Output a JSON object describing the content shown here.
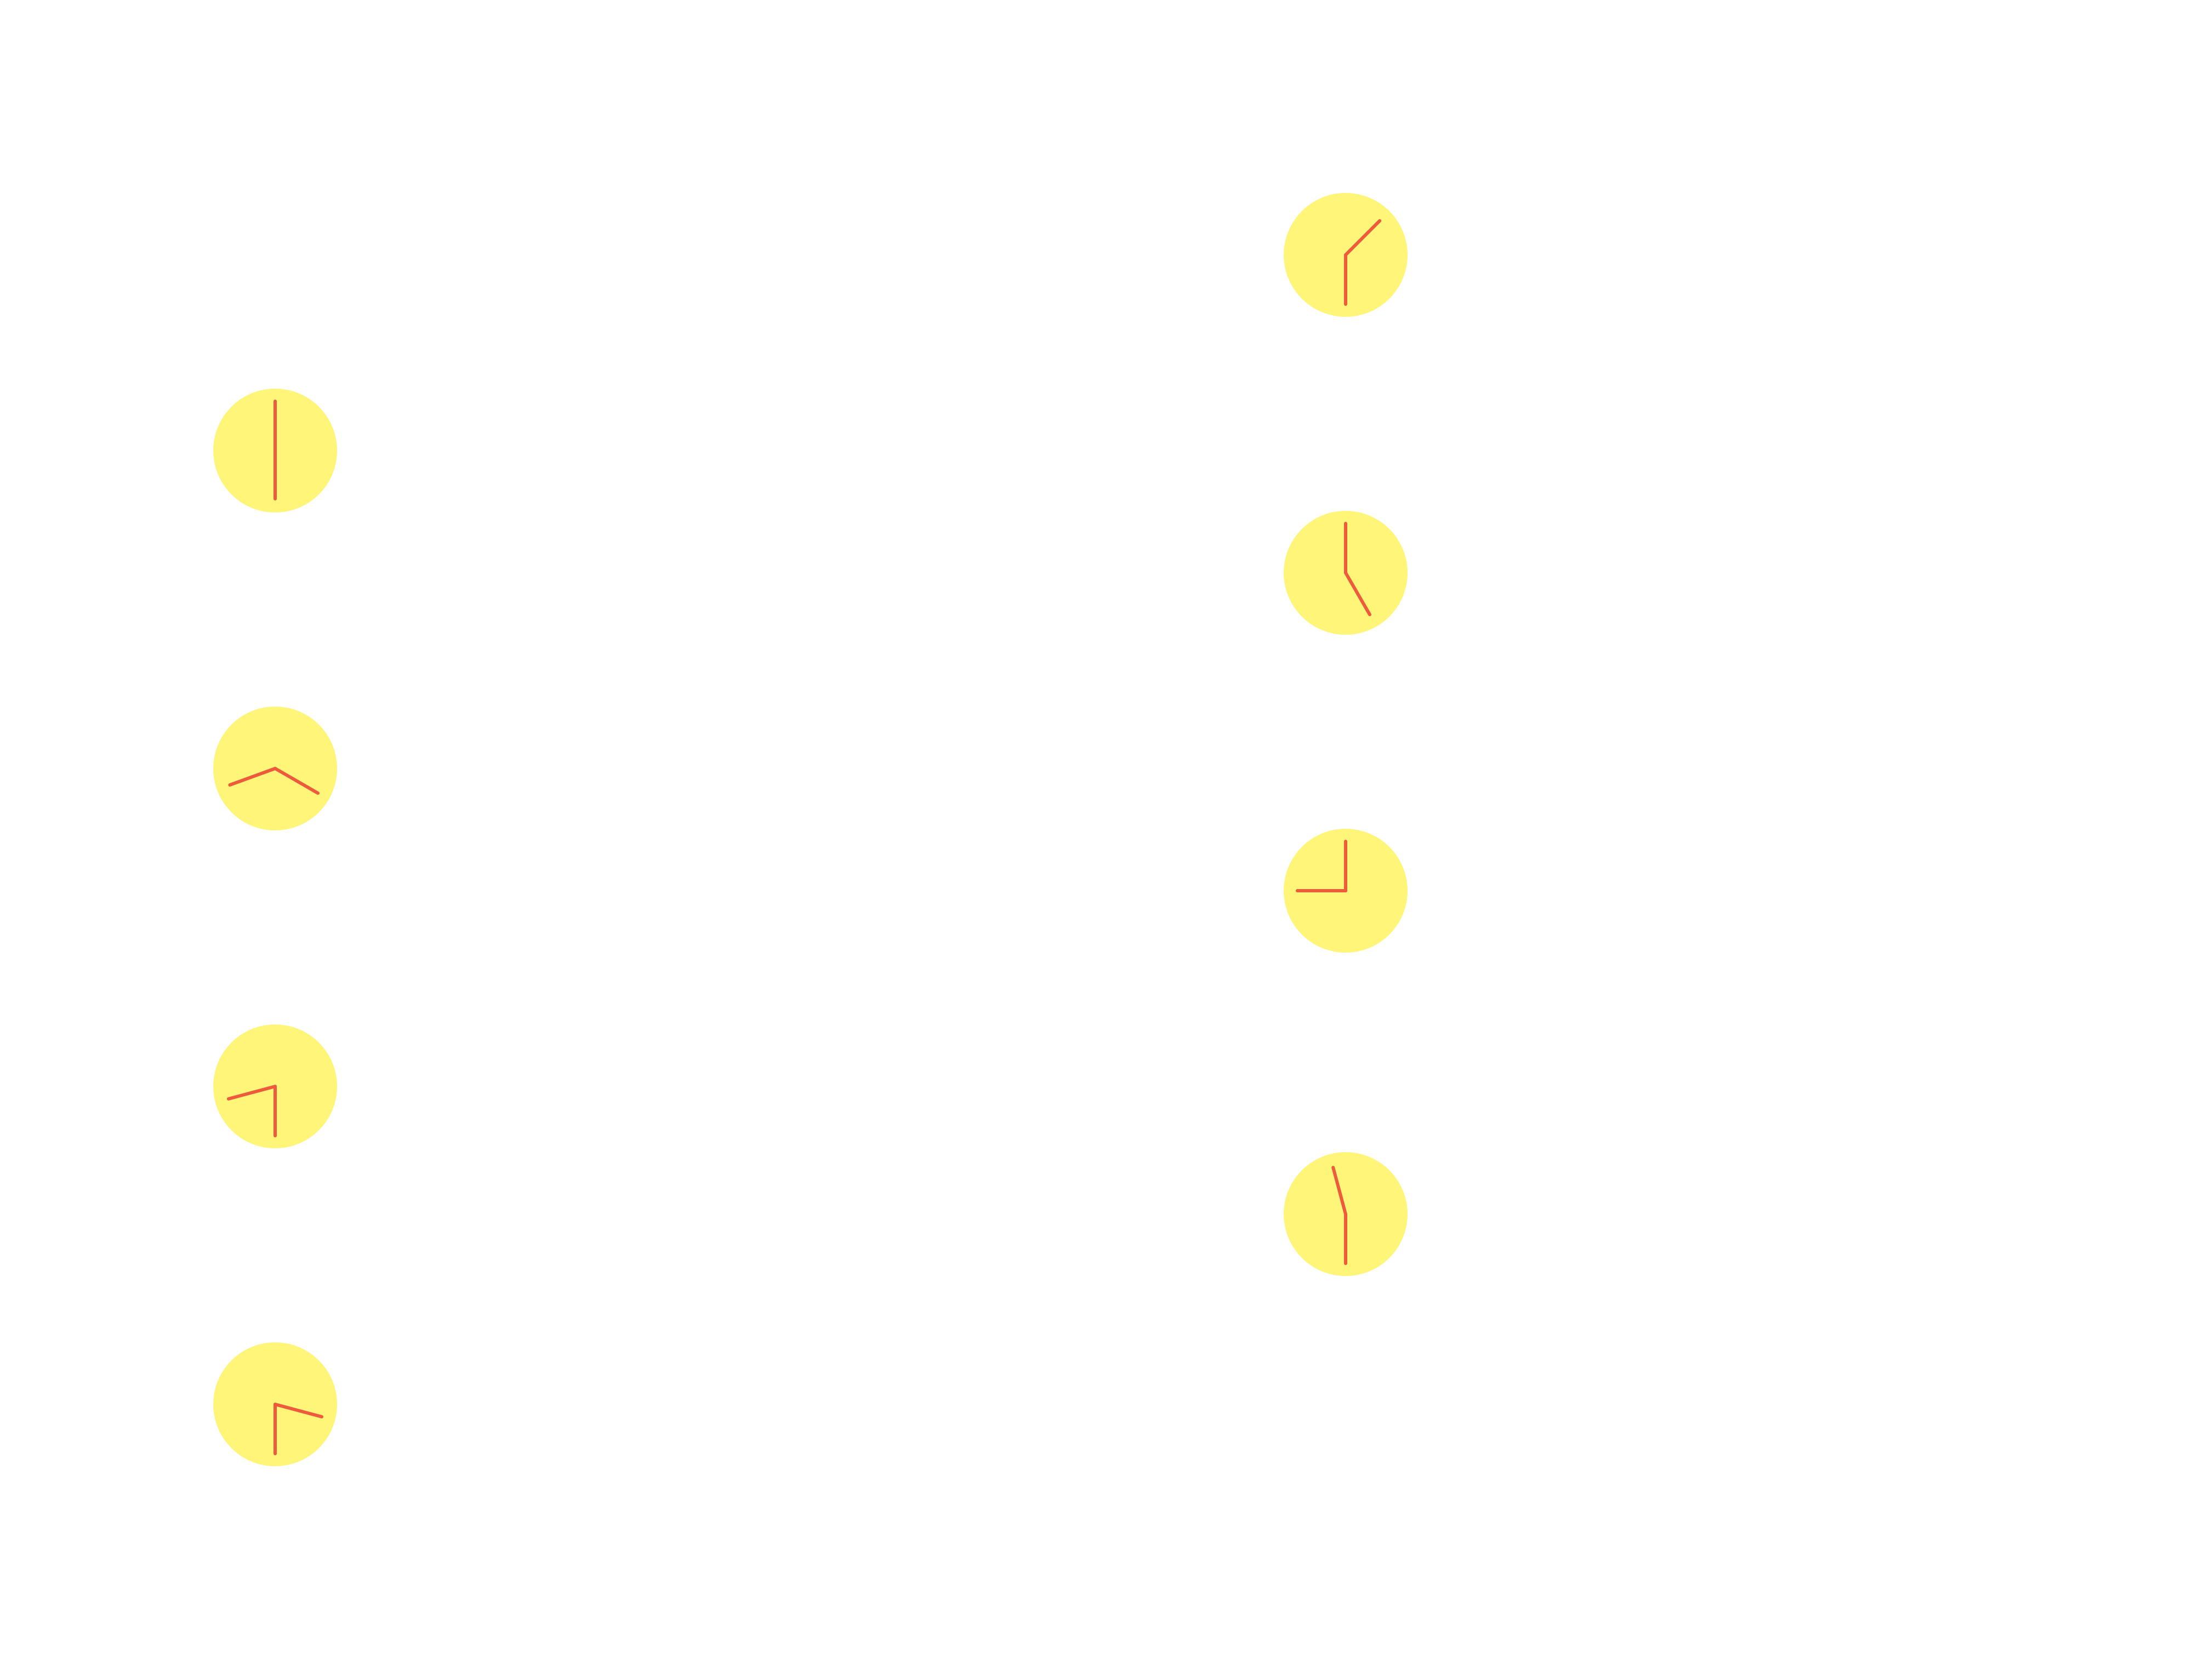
{
  "colors": {
    "background": "#ffffff",
    "clock_face": "#fff579",
    "clock_hand": "#ee5a3c"
  },
  "clocks": [
    {
      "column": "left",
      "hour": 6,
      "minute": 0
    },
    {
      "column": "left",
      "hour": 8,
      "minute": 20
    },
    {
      "column": "left",
      "hour": 8,
      "minute": 30
    },
    {
      "column": "left",
      "hour": 3,
      "minute": 30
    },
    {
      "column": "right",
      "hour": 1,
      "minute": 30
    },
    {
      "column": "right",
      "hour": 5,
      "minute": 0
    },
    {
      "column": "right",
      "hour": 9,
      "minute": 0
    },
    {
      "column": "right",
      "hour": 11,
      "minute": 30
    }
  ]
}
